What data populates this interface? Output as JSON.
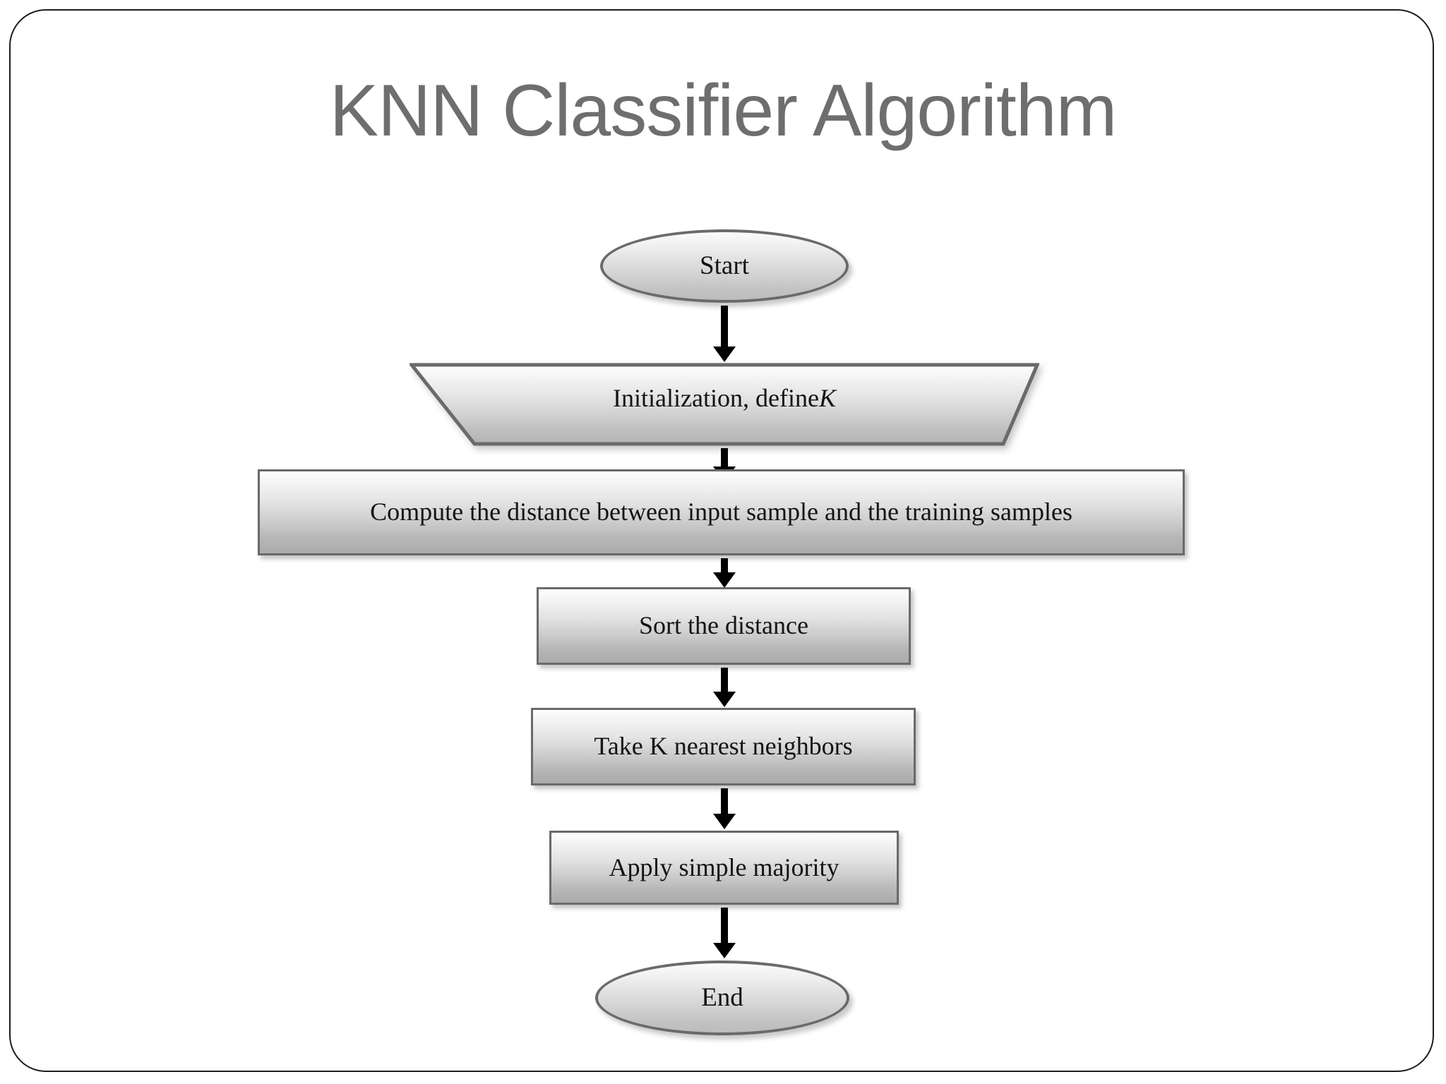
{
  "slide": {
    "title": "KNN Classifier Algorithm",
    "title_color": "#6e6e6e",
    "background_color": "#ffffff",
    "border_color": "#1d1d1d"
  },
  "chart_data": {
    "type": "diagram",
    "diagram_kind": "flowchart",
    "title": "KNN Classifier Algorithm",
    "orientation": "top-to-bottom",
    "node_fill": "gradient light-gray to mid-gray",
    "node_border_color": "#6a6a6a",
    "connector_color": "#000000",
    "nodes": [
      {
        "id": "n1",
        "label": "Start",
        "shape": "ellipse"
      },
      {
        "id": "n2",
        "label": "Initialization, define K",
        "label_prefix": "Initialization, define ",
        "label_italic": "K",
        "shape": "trapezoid"
      },
      {
        "id": "n3",
        "label": "Compute the distance between input sample and the training samples",
        "shape": "rectangle"
      },
      {
        "id": "n4",
        "label": "Sort the distance",
        "shape": "rectangle"
      },
      {
        "id": "n5",
        "label": "Take K nearest neighbors",
        "shape": "rectangle"
      },
      {
        "id": "n6",
        "label": "Apply simple majority",
        "shape": "rectangle"
      },
      {
        "id": "n7",
        "label": "End",
        "shape": "ellipse"
      }
    ],
    "edges": [
      {
        "from": "n1",
        "to": "n2",
        "label": "",
        "arrow": "down"
      },
      {
        "from": "n2",
        "to": "n3",
        "label": "",
        "arrow": "down"
      },
      {
        "from": "n3",
        "to": "n4",
        "label": "",
        "arrow": "down"
      },
      {
        "from": "n4",
        "to": "n5",
        "label": "",
        "arrow": "down"
      },
      {
        "from": "n5",
        "to": "n6",
        "label": "",
        "arrow": "down"
      },
      {
        "from": "n6",
        "to": "n7",
        "label": "",
        "arrow": "down"
      }
    ]
  }
}
